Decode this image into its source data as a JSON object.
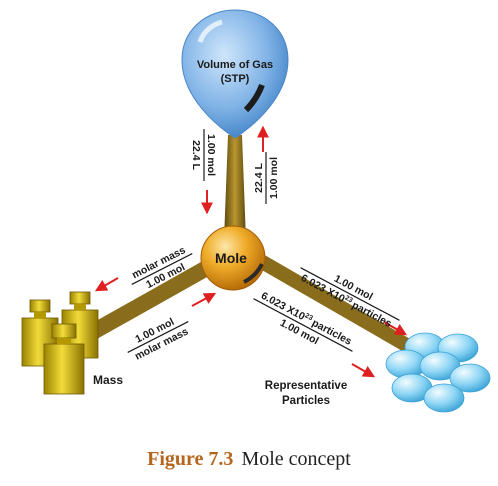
{
  "balloon": {
    "line1": "Volume of Gas",
    "line2": "(STP)"
  },
  "center": {
    "label": "Mole"
  },
  "gas_conversions": {
    "down_num": "1.00 mol",
    "down_den": "22.4 L",
    "up_num": "22.4 L",
    "up_den": "1.00 mol"
  },
  "mass_conversions": {
    "to_mass_num": "molar mass",
    "to_mass_den": "1.00 mol",
    "to_mole_num": "1.00 mol",
    "to_mole_den": "molar mass"
  },
  "particle_conversions": {
    "to_particles_num": "1.00 mol",
    "to_particles_den": "6.023 X10",
    "to_particles_den_exp": "23",
    "to_particles_den_tail": "particles",
    "to_mole_num": "6.023 X10",
    "to_mole_num_exp": "23",
    "to_mole_num_tail": "particles",
    "to_mole_den": "1.00 mol"
  },
  "nodes": {
    "mass": "Mass",
    "particles_line1": "Representative",
    "particles_line2": "Particles"
  },
  "caption": {
    "number": "Figure 7.3",
    "text": "Mole concept"
  },
  "colors": {
    "arrow": "#e02020",
    "rod": "#8a6d1c",
    "balloon": "#7fb2e6",
    "sphere": "#e59a18",
    "weights": "#d8b800",
    "particles": "#8fd6f5",
    "caption_number": "#b5651d"
  }
}
